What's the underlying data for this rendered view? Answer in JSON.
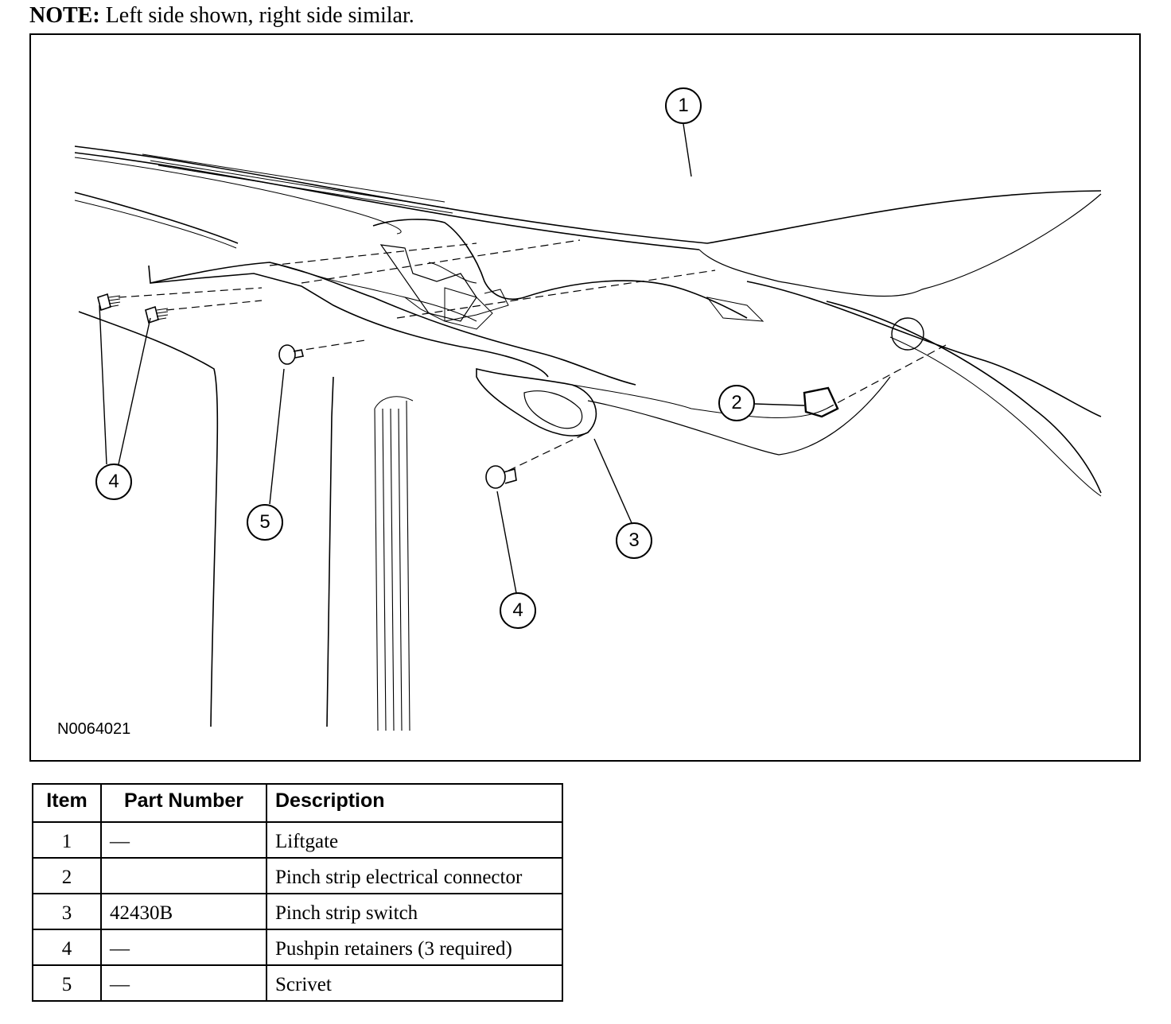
{
  "note": {
    "label": "NOTE:",
    "text": "Left side shown, right side similar."
  },
  "figure": {
    "id": "N0064021",
    "callouts": [
      "1",
      "2",
      "3",
      "4",
      "4",
      "5"
    ]
  },
  "table": {
    "headers": {
      "item": "Item",
      "part_number": "Part Number",
      "description": "Description"
    },
    "rows": [
      {
        "item": "1",
        "part_number": "—",
        "description": "Liftgate"
      },
      {
        "item": "2",
        "part_number": "",
        "description": "Pinch strip electrical connector"
      },
      {
        "item": "3",
        "part_number": "42430B",
        "description": "Pinch strip switch"
      },
      {
        "item": "4",
        "part_number": "—",
        "description": "Pushpin retainers (3 required)"
      },
      {
        "item": "5",
        "part_number": "—",
        "description": "Scrivet"
      }
    ]
  }
}
